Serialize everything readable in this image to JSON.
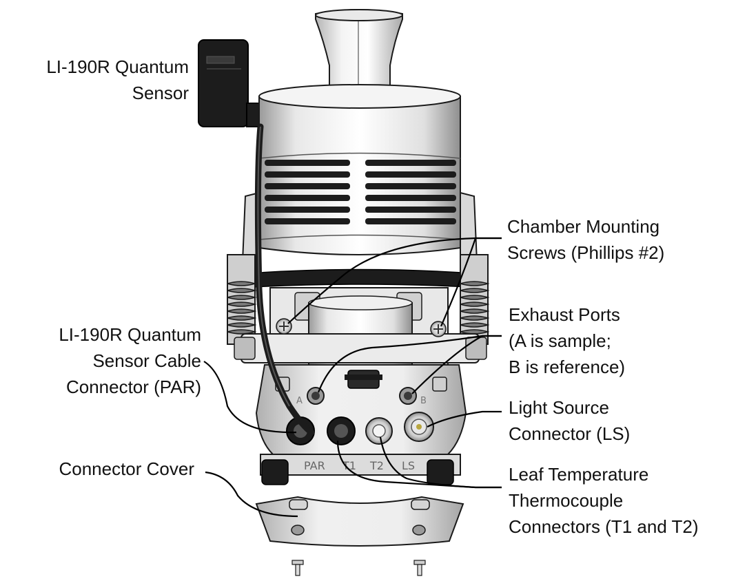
{
  "labels": {
    "quantum_sensor": [
      "LI-190R Quantum",
      "Sensor"
    ],
    "sensor_cable_connector": [
      "LI-190R Quantum",
      "Sensor Cable",
      "Connector (PAR)"
    ],
    "connector_cover": [
      "Connector Cover"
    ],
    "chamber_screws": [
      "Chamber Mounting",
      "Screws (Phillips #2)"
    ],
    "exhaust_ports": [
      "Exhaust Ports",
      "(A is sample;",
      "B is reference)"
    ],
    "light_source_connector": [
      "Light Source",
      "Connector (LS)"
    ],
    "leaf_temp_connectors": [
      "Leaf Temperature",
      "Thermocouple",
      "Connectors (T1 and T2)"
    ]
  },
  "port_labels": {
    "par": "PAR",
    "t1": "T1",
    "t2": "T2",
    "ls": "LS",
    "a": "A",
    "b": "B"
  },
  "colors": {
    "outline": "#1a1a1a",
    "metal_light": "#f2f2f2",
    "metal_mid": "#c9c9c9",
    "metal_dark": "#8c8c8c",
    "black_part": "#1c1c1c",
    "leader": "#000000"
  }
}
